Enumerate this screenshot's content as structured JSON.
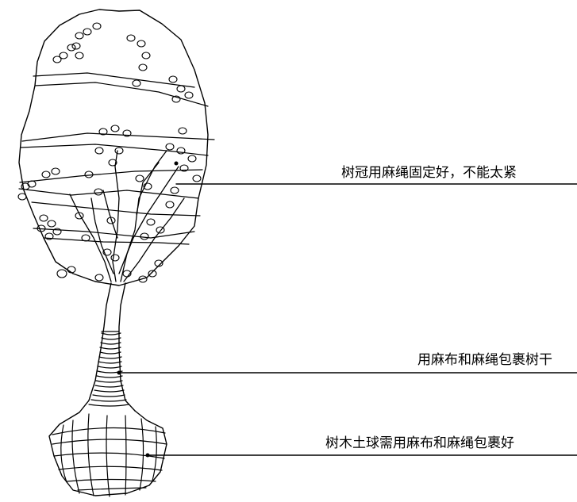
{
  "annotations": [
    {
      "id": "crown",
      "text": "树冠用麻绳固定好，不能太紧"
    },
    {
      "id": "trunk",
      "text": "用麻布和麻绳包裹树干"
    },
    {
      "id": "rootball",
      "text": "树木土球需用麻布和麻绳包裹好"
    }
  ],
  "colors": {
    "stroke": "#000000",
    "background": "#ffffff"
  }
}
